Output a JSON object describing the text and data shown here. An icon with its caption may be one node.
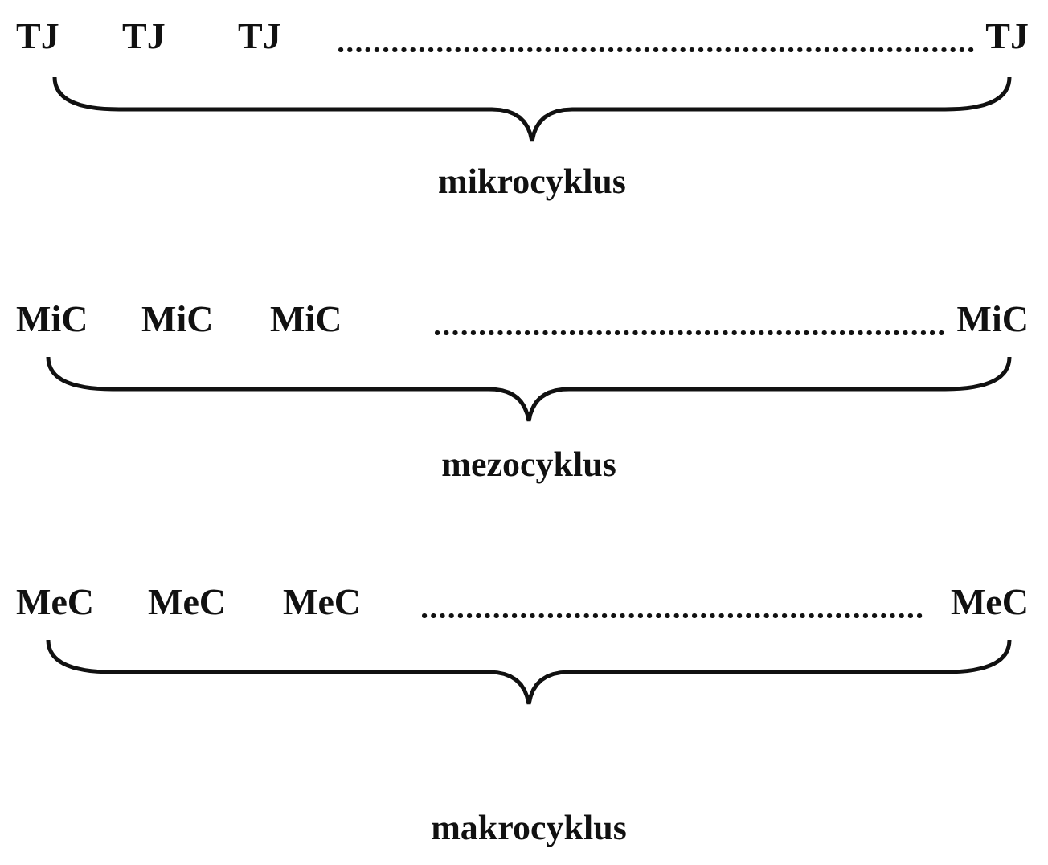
{
  "diagram": {
    "labels": [
      "TJ",
      "TJ",
      "TJ",
      "TJ",
      "mikrocyklus",
      "MiC",
      "MiC",
      "MiC",
      "MiC",
      "mezocyklus",
      "MeC",
      "MeC",
      "MeC",
      "MeC",
      "makrocyklus"
    ]
  }
}
